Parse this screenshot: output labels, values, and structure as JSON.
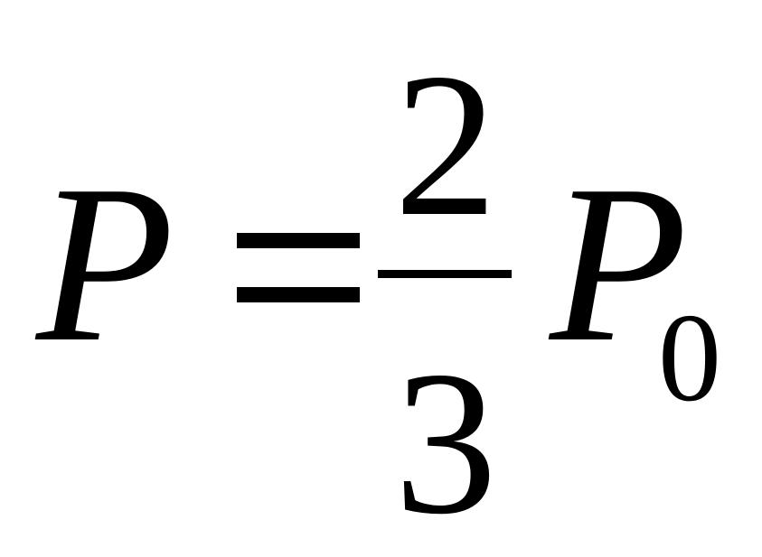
{
  "formula": {
    "lhs": "P",
    "equals": "=",
    "numerator": "2",
    "denominator": "3",
    "rhs_variable": "P",
    "rhs_subscript": "0"
  },
  "colors": {
    "background": "#ffffff",
    "text": "#000000"
  }
}
